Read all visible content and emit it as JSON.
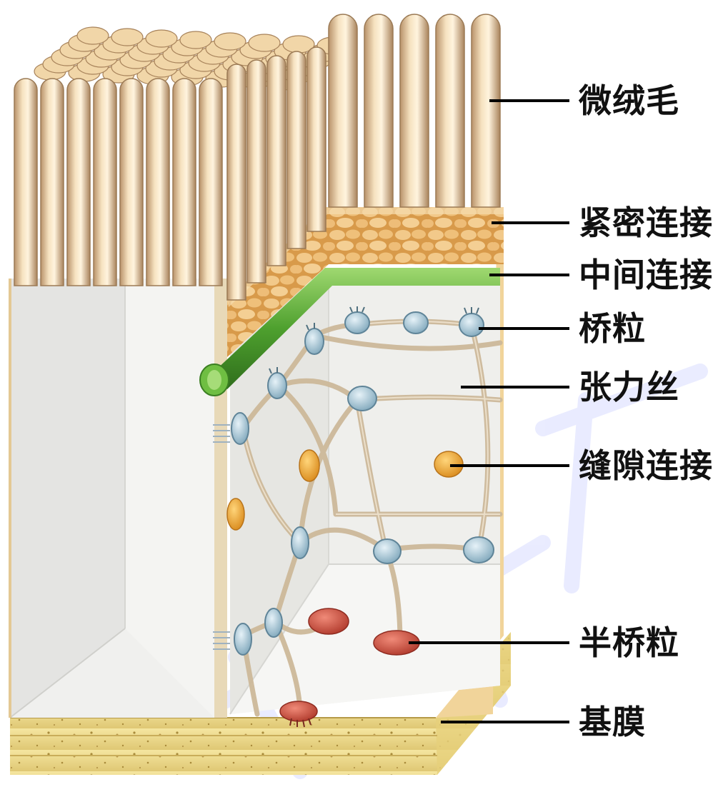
{
  "diagram": {
    "labels": {
      "microvilli": "微绒毛",
      "tight_junction": "紧密连接",
      "intermediate_junction": "中间连接",
      "desmosome": "桥粒",
      "tonofilament": "张力丝",
      "gap_junction": "缝隙连接",
      "hemidesmosome": "半桥粒",
      "basement_membrane": "基膜"
    },
    "colors": {
      "microvilli": "#e6c79a",
      "tight_junction": "#e2b066",
      "intermediate_junction": "#5fb03a",
      "desmosome": "#a9c9d6",
      "gap_junction": "#e8a63a",
      "hemidesmosome": "#c8483a",
      "basement_membrane": "#eedc86",
      "cytoplasm": "#eeeeea",
      "tonofilament": "#cdb99a"
    }
  }
}
